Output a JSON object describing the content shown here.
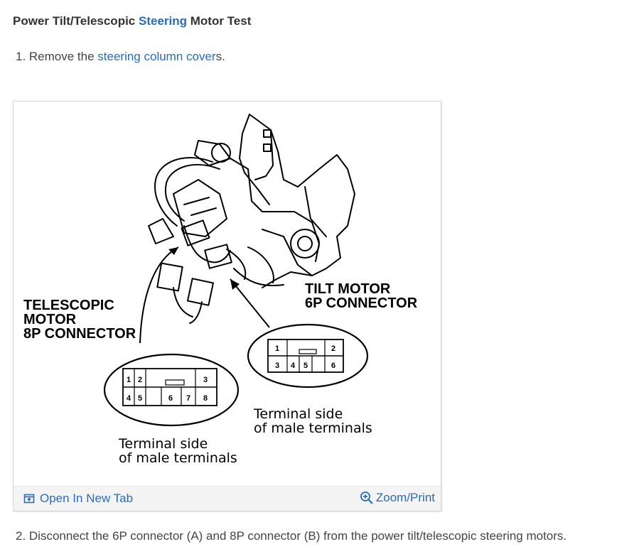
{
  "heading": {
    "prefix": "Power Tilt/Telescopic ",
    "link": "Steering",
    "suffix": " Motor Test"
  },
  "step1": {
    "prefix": "1. Remove the ",
    "link": "steering column cover",
    "suffix": "s."
  },
  "diagram": {
    "telescopic_label": [
      "TELESCOPIC",
      "MOTOR",
      "8P CONNECTOR"
    ],
    "tilt_label": [
      "TILT MOTOR",
      "6P CONNECTOR"
    ],
    "terminal_text": [
      "Terminal side",
      "of male terminals"
    ],
    "pins_8p": [
      "1",
      "2",
      "3",
      "4",
      "5",
      "6",
      "7",
      "8"
    ],
    "pins_6p": [
      "1",
      "2",
      "3",
      "4",
      "5",
      "6"
    ]
  },
  "toolbar": {
    "open_tab": "Open In New Tab",
    "zoom_print": "Zoom/Print",
    "open_icon": "open-new-tab-icon",
    "zoom_icon": "zoom-in-icon"
  },
  "step2": "2. Disconnect the 6P connector (A) and 8P connector (B) from the power tilt/telescopic steering motors.",
  "colors": {
    "link": "#2a6db5",
    "text": "#333333",
    "toolbar_bg": "#f4f4f4"
  }
}
